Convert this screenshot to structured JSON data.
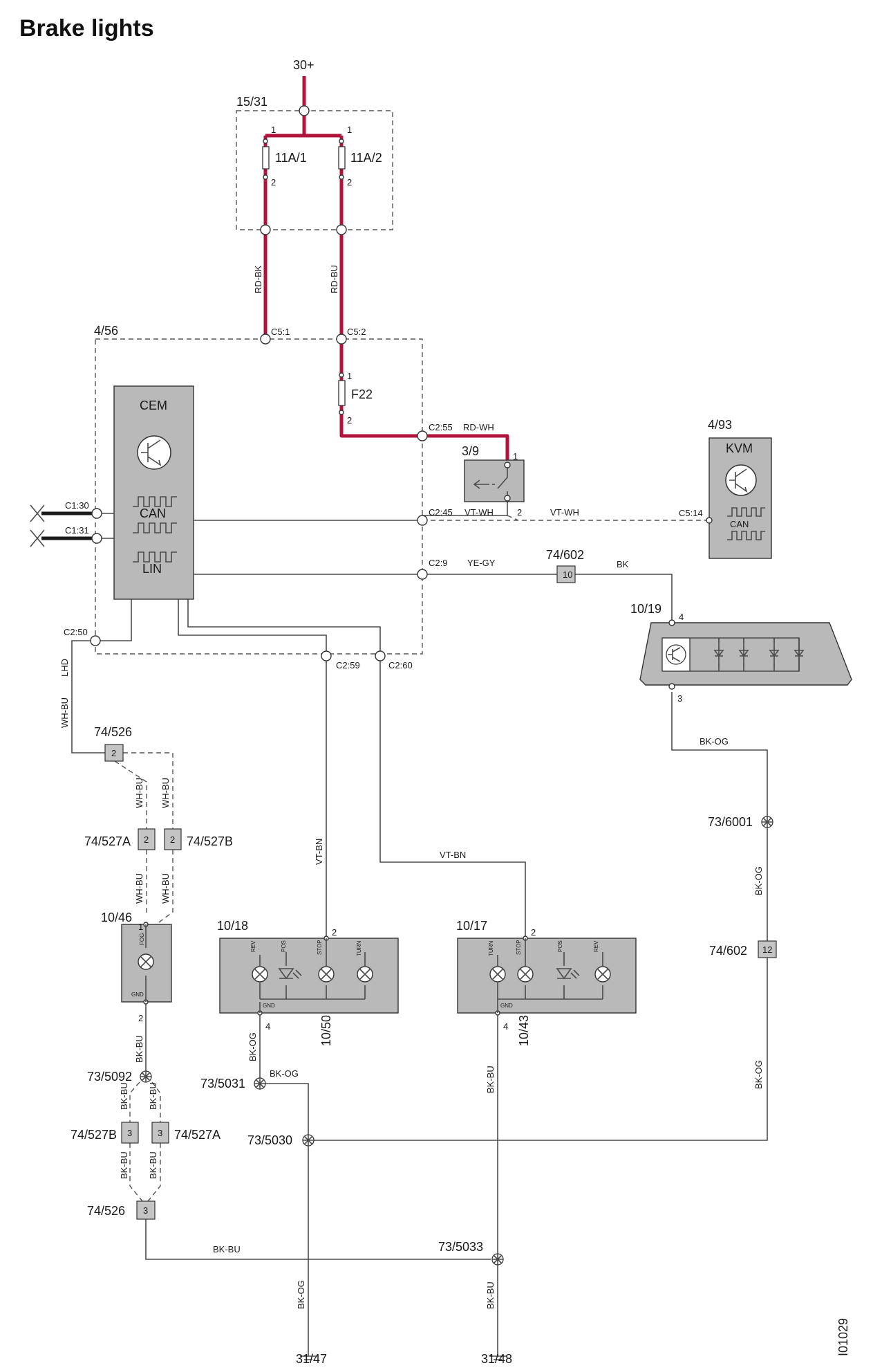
{
  "title": "Brake lights",
  "doc_id": "I01029",
  "supply": "30+",
  "fusebox": {
    "id": "15/31",
    "fuse1": "11A/1",
    "fuse2": "11A/2"
  },
  "module_box": {
    "id": "4/56",
    "fuse": "F22"
  },
  "cem": {
    "name": "CEM",
    "can": "CAN",
    "lin": "LIN"
  },
  "kvm": {
    "id": "4/93",
    "name": "KVM",
    "can": "CAN"
  },
  "switch": {
    "id": "3/9"
  },
  "connectors": {
    "c5_1": "C5:1",
    "c5_2": "C5:2",
    "c2_55": "C2:55",
    "c2_45": "C2:45",
    "c2_9": "C2:9",
    "c1_30": "C1:30",
    "c1_31": "C1:31",
    "c2_50": "C2:50",
    "c2_59": "C2:59",
    "c2_60": "C2:60",
    "c5_14": "C5:14",
    "c74_602_top": "74/602",
    "c74_602_right": "74/602",
    "c74_526_top": "74/526",
    "c74_526_bottom": "74/526",
    "c74_527a_top": "74/527A",
    "c74_527b_top": "74/527B",
    "c74_527b_bottom": "74/527B",
    "c74_527a_bottom": "74/527A"
  },
  "pins": {
    "p1": "1",
    "p2": "2",
    "p3": "3",
    "p4": "4",
    "p10": "10",
    "p12": "12"
  },
  "components": {
    "hmsl": "10/19",
    "fog": "10/46",
    "left_lamp": "10/18",
    "right_lamp": "10/17",
    "left_sub": "10/50",
    "right_sub": "10/43"
  },
  "lamp_labels": {
    "rev": "REV",
    "pos": "POS",
    "stop": "STOP",
    "turn": "TURN",
    "fog": "FOG",
    "gnd": "GND"
  },
  "wires": {
    "rd_bk": "RD-BK",
    "rd_bu": "RD-BU",
    "rd_wh": "RD-WH",
    "vt_wh": "VT-WH",
    "ye_gy": "YE-GY",
    "bk": "BK",
    "bk_og": "BK-OG",
    "wh_bu": "WH-BU",
    "vt_bn": "VT-BN",
    "bk_bu": "BK-BU",
    "lhd": "LHD"
  },
  "splices": {
    "s6001": "73/6001",
    "s5092": "73/5092",
    "s5031": "73/5031",
    "s5030": "73/5030",
    "s5033": "73/5033"
  },
  "grounds": {
    "g47": "31/47",
    "g48": "31/48"
  },
  "colors": {
    "power_wire": "#b0143a",
    "component_fill": "#b9b9b9"
  }
}
